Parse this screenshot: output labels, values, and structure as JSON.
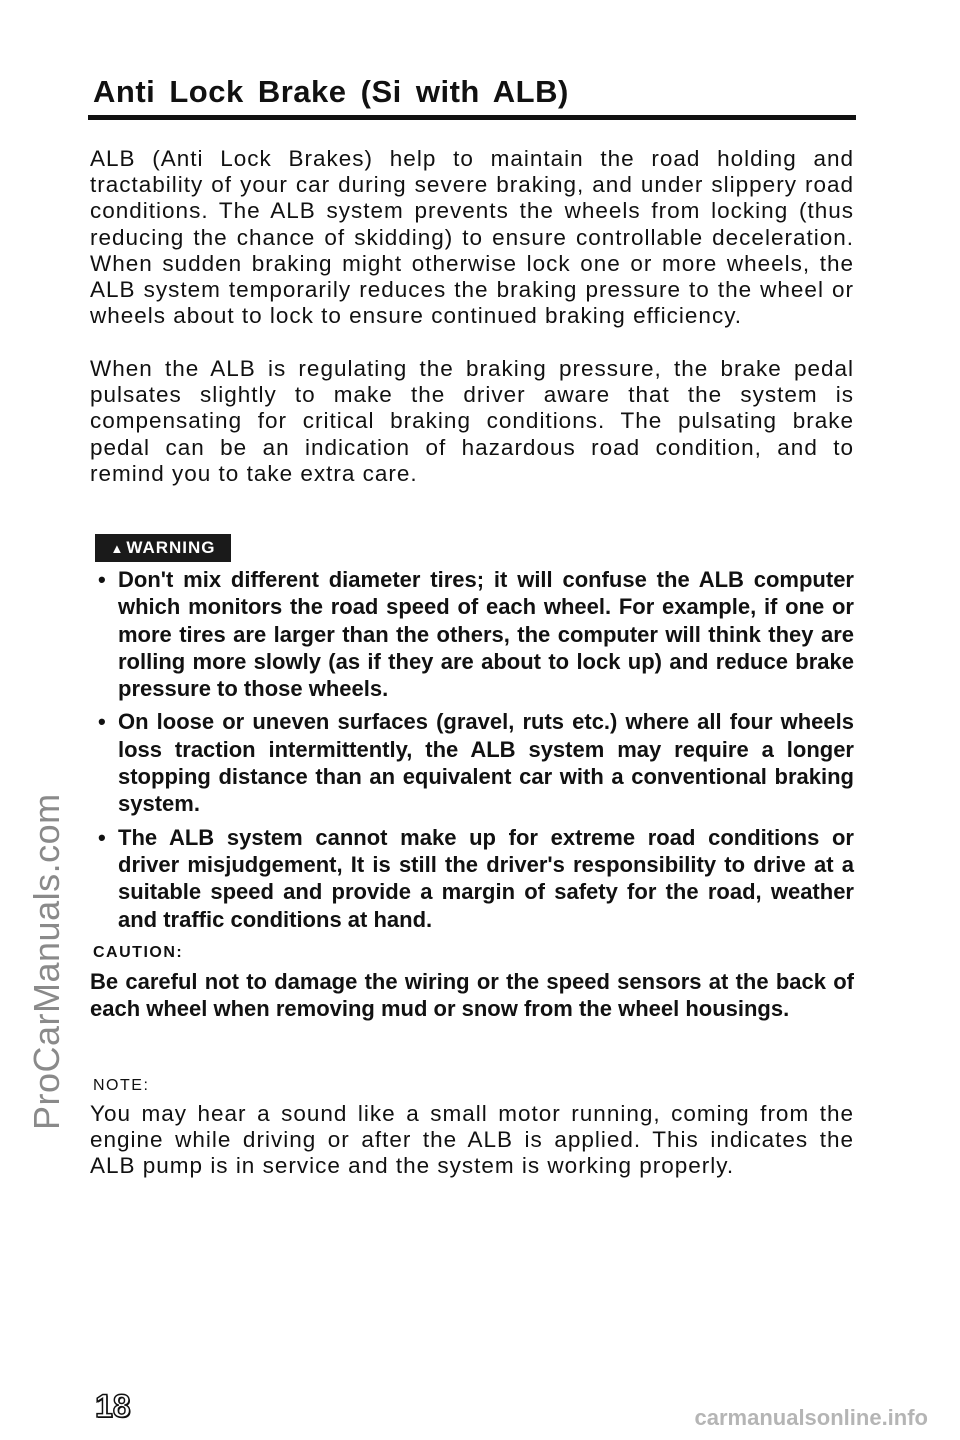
{
  "header": {
    "title": "Anti Lock Brake (Si with ALB)"
  },
  "intro": {
    "paragraphs": [
      "ALB (Anti Lock Brakes) help to maintain the road holding and tractability of your car during severe braking, and under slippery road conditions. The ALB system prevents the wheels from locking (thus reducing the chance of skidding) to ensure controllable deceleration. When sudden braking might otherwise lock one or more wheels, the ALB system temporarily reduces the braking pressure to the wheel or wheels about to lock to ensure continued braking efficiency.",
      "When the ALB is regulating the braking pressure, the brake pedal pulsates slightly to make the driver aware that the system is compensating for critical braking conditions. The pulsating brake pedal can be an indication of hazardous road condition, and to remind you to take extra care."
    ]
  },
  "warning": {
    "badge_label": "WARNING",
    "icon": "warning-triangle-icon",
    "items": [
      "Don't mix different diameter tires; it will confuse the ALB computer which monitors the road speed of each wheel. For example, if one or more tires are larger than the others, the computer will think they are rolling more slowly (as if they are about to lock up) and reduce brake pressure to those wheels.",
      "On loose or uneven surfaces (gravel, ruts etc.) where all four wheels loss traction intermittently, the ALB system may require a longer stopping distance than an equivalent car with a conventional braking system.",
      "The ALB system cannot make up for extreme road conditions or driver misjudgement, It is still the driver's responsibility to drive at a suitable speed and provide a margin of safety for the road, weather and traffic conditions at hand."
    ]
  },
  "caution": {
    "label": "CAUTION:",
    "text": "Be careful not to damage the wiring or the speed sensors at the back of each wheel when removing mud or snow from the wheel housings."
  },
  "note": {
    "label": "NOTE:",
    "text": "You may hear a sound like a small motor running, coming from the engine while driving or after the ALB is applied. This indicates the ALB pump is in service and the system is working properly."
  },
  "footer": {
    "page_number": "18",
    "side_watermark": "ProCarManuals.com",
    "bottom_watermark": "carmanualsonline.info"
  },
  "colors": {
    "text": "#111111",
    "background": "#ffffff",
    "watermark": "#8a8a8a"
  }
}
